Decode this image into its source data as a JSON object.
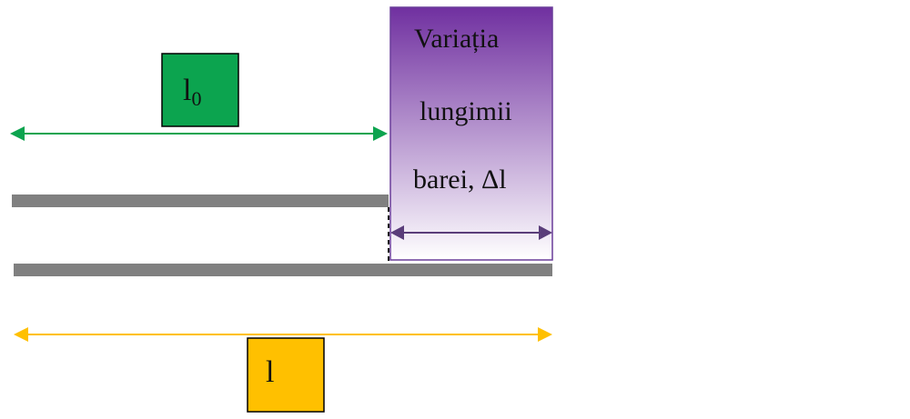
{
  "colors": {
    "original_length": "#0ca44f",
    "final_length": "#ffc000",
    "elongation": "#6a3d9a",
    "elongation_gradient_top": "#7030a0",
    "elongation_gradient_bottom": "#ffffff",
    "bar": "#808080",
    "box_border": "#000000"
  },
  "labels": {
    "original_length": {
      "base": "l",
      "subscript": "0"
    },
    "final_length": "l",
    "elongation": {
      "line1": "Variația",
      "line2": "lungimii",
      "line3": "barei, Δl"
    }
  },
  "icons": {
    "original_length_arrow": "double-headed-arrow",
    "final_length_arrow": "double-headed-arrow",
    "elongation_arrow": "double-headed-arrow"
  }
}
